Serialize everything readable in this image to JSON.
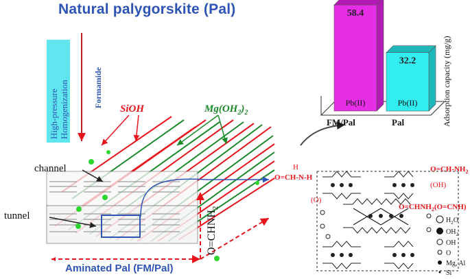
{
  "title": "Natural palygorskite (Pal)",
  "process": {
    "line1": "High-pressure",
    "line2": "Homogenization"
  },
  "reagent": "Formamide",
  "bottom_label": "Aminated Pal (FM/Pal)",
  "labels": {
    "sioh": "SiOH",
    "mgoh": "Mg(OH",
    "mgoh_sub": "2",
    "mgoh_close": ")",
    "mgoh_sub2": "2",
    "channel": "channel",
    "tunnel": "tunnel",
    "amide": "O=CHNH",
    "amide_sub": "2"
  },
  "chart_data": {
    "type": "bar",
    "categories": [
      "FM/Pal",
      "Pal"
    ],
    "values": [
      58.4,
      32.2
    ],
    "bar_labels": [
      "Pb(II)",
      "Pb(II)"
    ],
    "ylabel": "Adsorption capacity (mg/g)",
    "colors": [
      "#e62ee6",
      "#33eef0"
    ]
  },
  "structure": {
    "left_group": {
      "h": "H",
      "formula": "O=CH-N-H",
      "o": "(O)"
    },
    "right_top": "O=CH-NH",
    "right_top_sub": "2",
    "right_oh": "(OH)",
    "right_mid": "O=CHNH",
    "right_mid_sub": "2",
    "right_mid_tail": "(O=CNH)",
    "legend": [
      {
        "symbol": "open",
        "label": "H",
        "sub": "2",
        "tail": "O"
      },
      {
        "symbol": "filled",
        "label": "OH",
        "sub": "2",
        "tail": ""
      },
      {
        "symbol": "open-small",
        "label": "OH",
        "sub": "",
        "tail": ""
      },
      {
        "symbol": "open-small",
        "label": "O",
        "sub": "",
        "tail": ""
      },
      {
        "symbol": "filled-small",
        "label": "Mg, Al",
        "sub": "",
        "tail": ""
      },
      {
        "symbol": "dot",
        "label": "Si",
        "sub": "",
        "tail": ""
      }
    ]
  },
  "colors": {
    "title": "#2e54b5",
    "process_bg": "#5fe6ee",
    "accent_red": "#e8141c",
    "accent_green": "#1a8a2a",
    "arrow_blue": "#2e54b5"
  }
}
